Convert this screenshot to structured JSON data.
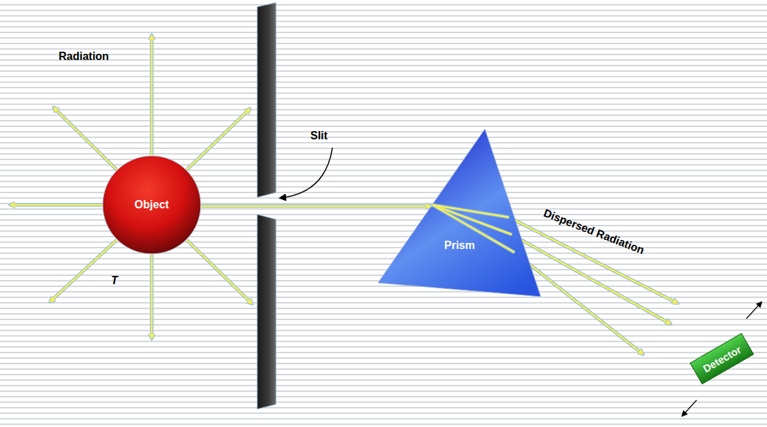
{
  "diagram": {
    "nodes": [
      {
        "text": [
          "Object"
        ]
      },
      {
        "text": [
          "Prism"
        ]
      },
      {
        "text": [
          "Detector"
        ]
      }
    ],
    "edges": [
      {
        "from": 0,
        "to": 1,
        "arrow": "to"
      }
    ],
    "labels": [
      "Radiation",
      "T",
      "Slit",
      "Dispersed Radiation"
    ]
  }
}
